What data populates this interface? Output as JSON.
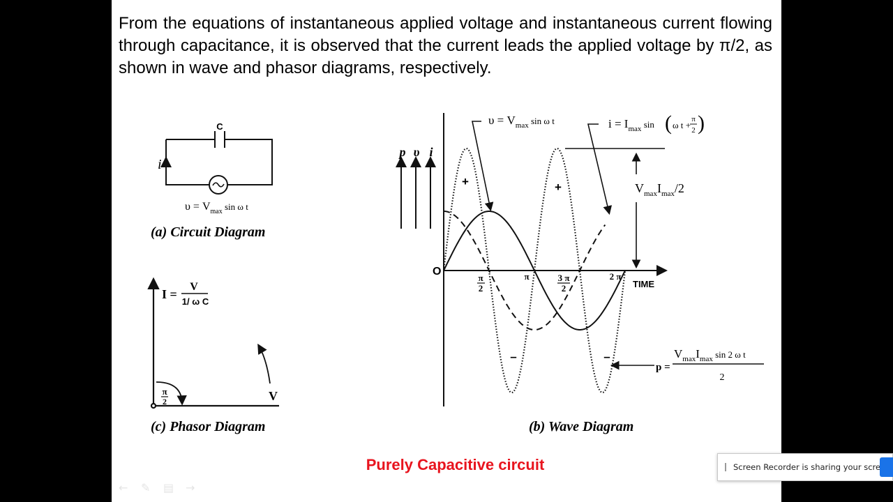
{
  "slide": {
    "body_text": "From the equations of instantaneous applied voltage and instantaneous current flowing through capacitance, it is observed that the current leads the applied voltage by π/2, as shown in wave and phasor diagrams, respectively.",
    "title": "Purely Capacitive circuit",
    "title_color": "#e8141e"
  },
  "circuit": {
    "caption": "(a) Circuit Diagram",
    "cap_label": "C",
    "current_label": "i",
    "source_eq": {
      "lhs": "υ = V",
      "sub": "max",
      "rhs": " sin ω t"
    }
  },
  "phasor": {
    "caption": "(c) Phasor Diagram",
    "i_lhs": "I =",
    "i_num": "V",
    "i_den": "1/ ω C",
    "angle_num": "π",
    "angle_den": "2",
    "v_label": "V"
  },
  "wave": {
    "caption": "(b) Wave Diagram",
    "axis_letters": [
      "p",
      "υ",
      "i"
    ],
    "origin": "O",
    "time_label": "TIME",
    "ticks": [
      {
        "num": "π",
        "den": "2"
      },
      {
        "text": "π"
      },
      {
        "num": "3 π",
        "den": "2"
      },
      {
        "text": "2 π"
      }
    ],
    "plus_sign": "+",
    "minus_sign": "–",
    "v_eq": {
      "lhs": "υ = V",
      "sub": "max",
      "rhs": " sin ω t"
    },
    "i_eq": {
      "lhs": "i = I",
      "sub": "max",
      "rhs": " sin",
      "num": "π",
      "den": "2",
      "inner": "ω t +"
    },
    "vi_half": {
      "v": "V",
      "v_sub": "max",
      "i": "I",
      "i_sub": "max",
      "tail": "/2"
    },
    "p_eq": {
      "lhs": "p =",
      "v": "V",
      "v_sub": "max",
      "i": "I",
      "i_sub": "max",
      "tail": " sin 2 ω t",
      "den": "2"
    }
  },
  "recorder": {
    "text": "Screen Recorder is sharing your screen."
  }
}
